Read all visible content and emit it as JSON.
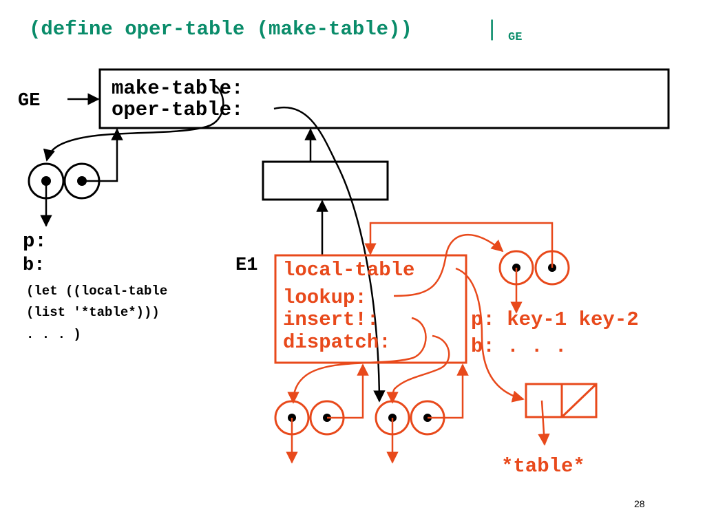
{
  "colors": {
    "title": "#0a8c6a",
    "ink": "#000000",
    "accent": "#e8491b",
    "background": "#ffffff"
  },
  "title": {
    "text": "(define oper-table (make-table))",
    "cursor": "|",
    "env_label": "GE"
  },
  "global_env": {
    "label": "GE",
    "bindings": [
      "make-table:",
      "oper-table:"
    ]
  },
  "make_table_proc": {
    "params": "p:",
    "body_label": "b:",
    "body_lines": [
      "(let ((local-table",
      "(list '*table*)))",
      ". . . )"
    ]
  },
  "frame_e1": {
    "label": "E1",
    "bindings": [
      "local-table",
      "lookup:",
      "insert!:",
      "dispatch:"
    ]
  },
  "local_table_list": {
    "params": "p: key-1 key-2",
    "body": "b: . . ."
  },
  "table_head": {
    "label": "*table*"
  },
  "slide_number": "28"
}
